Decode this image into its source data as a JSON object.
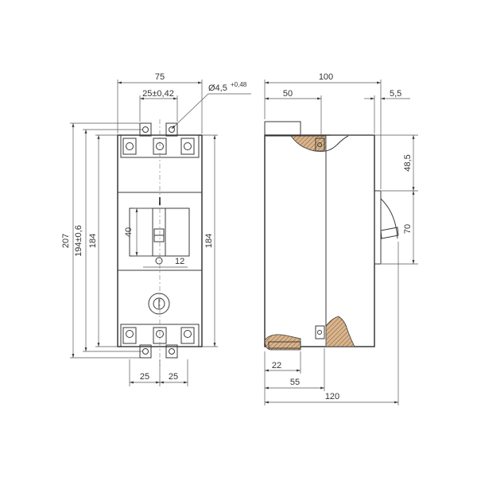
{
  "front_view": {
    "width_total": "75",
    "pitch_top": "25±0,42",
    "hole_diameter": "Ø4,5",
    "hole_tolerance": "+0,48",
    "height_overall": "207",
    "height_mount": "194±0,6",
    "height_body_left": "184",
    "height_body_right": "184",
    "handle_travel": "40",
    "handle_width": "12",
    "pitch_bottom_left": "25",
    "pitch_bottom_right": "25"
  },
  "side_view": {
    "depth_total": "100",
    "depth_front": "50",
    "handle_offset": "5,5",
    "handle_upper": "48,5",
    "handle_height": "70",
    "terminal_depth": "22",
    "mount_depth": "55",
    "overall_depth": "120"
  },
  "colors": {
    "line": "#3a3a3a",
    "hatch": "#c8a27a",
    "terminal": "#cccccc"
  }
}
